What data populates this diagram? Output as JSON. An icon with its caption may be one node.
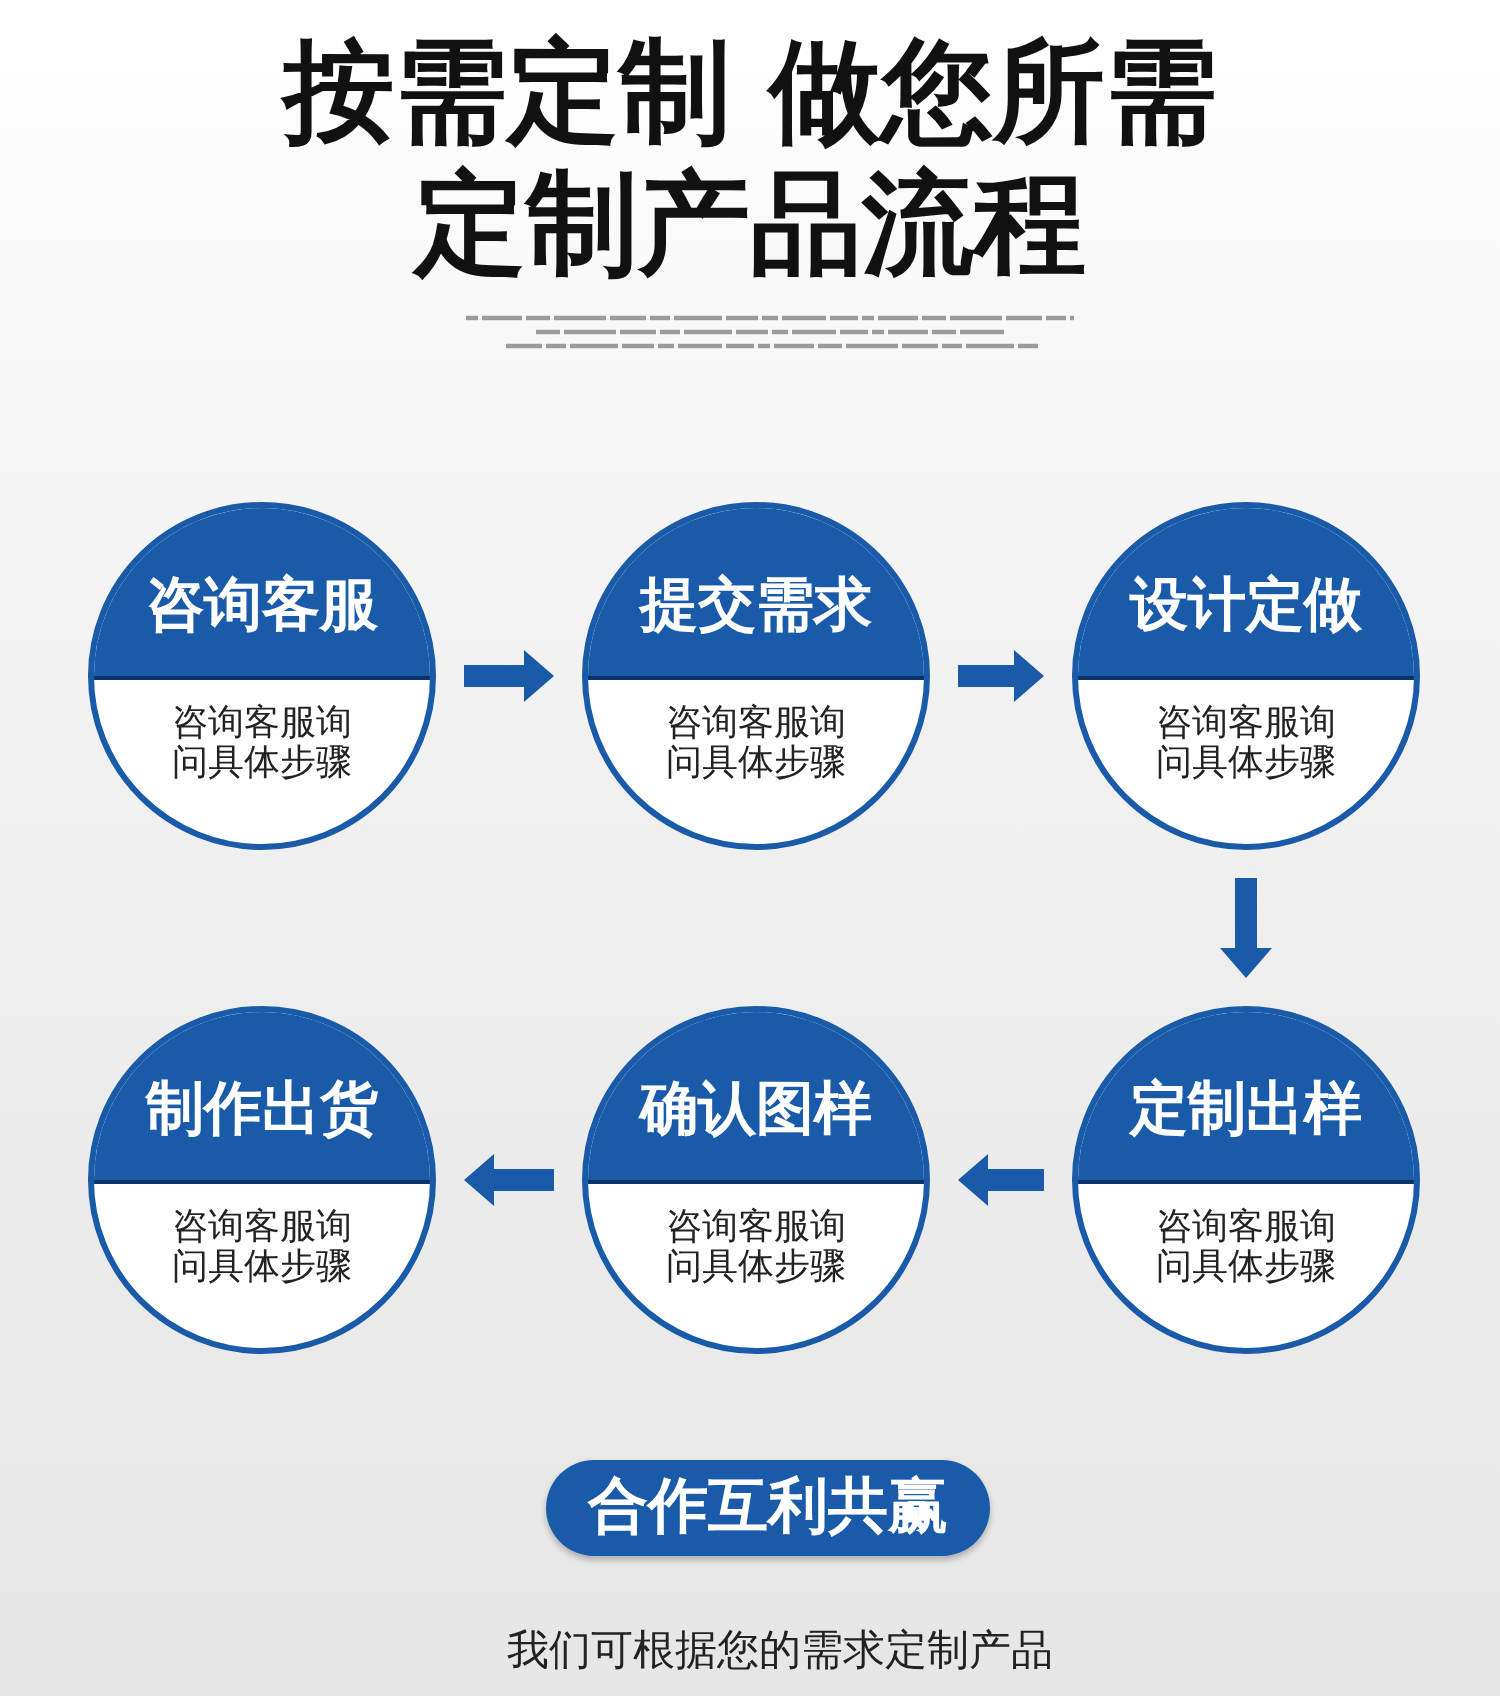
{
  "diagram": {
    "title": "按需定制 做您所需定制产品流程",
    "nodes": [
      {
        "text": [
          "咨询客服",
          "咨询客服询问具体步骤"
        ]
      },
      {
        "text": [
          "提交需求",
          "咨询客服询问具体步骤"
        ]
      },
      {
        "text": [
          "设计定做",
          "咨询客服询问具体步骤"
        ]
      },
      {
        "text": [
          "制作出货",
          "咨询客服询问具体步骤"
        ]
      },
      {
        "text": [
          "确认图样",
          "咨询客服询问具体步骤"
        ]
      },
      {
        "text": [
          "定制出样",
          "咨询客服询问具体步骤"
        ]
      },
      {
        "text": [
          "合作互利共赢"
        ]
      }
    ],
    "edges": [
      {
        "from": 0,
        "to": 1,
        "arrow": "to"
      },
      {
        "from": 1,
        "to": 2,
        "arrow": "to"
      },
      {
        "from": 2,
        "to": 5,
        "arrow": "to"
      },
      {
        "from": 5,
        "to": 4,
        "arrow": "to"
      },
      {
        "from": 4,
        "to": 3,
        "arrow": "to"
      }
    ],
    "labels": [
      "我们可根据您的需求定制产品"
    ]
  }
}
